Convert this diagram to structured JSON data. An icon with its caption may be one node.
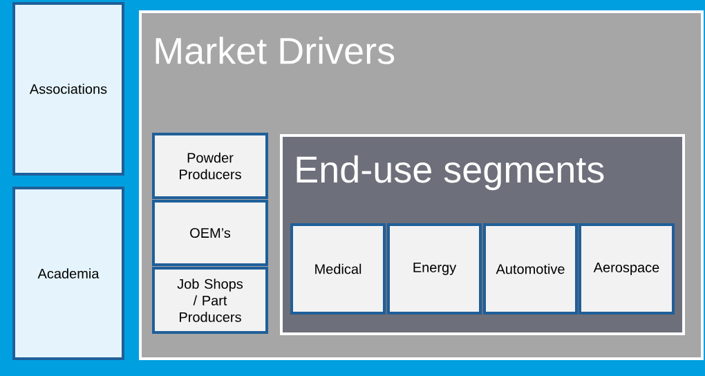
{
  "diagram": {
    "nodes": [
      {
        "text": [
          "Associations"
        ]
      },
      {
        "text": [
          "Academia"
        ]
      },
      {
        "text": [
          "Market Drivers"
        ]
      },
      {
        "text": [
          "Powder Producers"
        ],
        "in": 2
      },
      {
        "text": [
          "OEM’s"
        ],
        "in": 2
      },
      {
        "text": [
          "Job Shops / Part Producers"
        ],
        "in": 2
      },
      {
        "text": [
          "End-use segments"
        ],
        "in": 2
      },
      {
        "text": [
          "Medical"
        ],
        "in": 6
      },
      {
        "text": [
          "Energy"
        ],
        "in": 6
      },
      {
        "text": [
          "Automotive"
        ],
        "in": 6
      },
      {
        "text": [
          "Aerospace"
        ],
        "in": 6
      }
    ]
  }
}
